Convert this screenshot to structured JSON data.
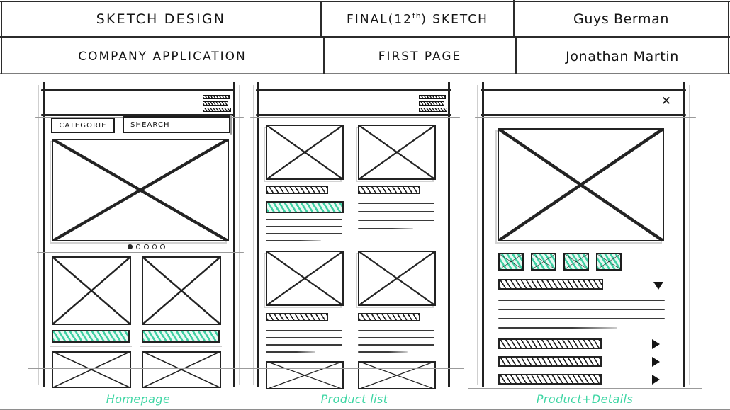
{
  "document": {
    "kind": "hand-drawn wireframe sketch sheet",
    "title_block": {
      "rows": [
        {
          "cells": [
            {
              "name": "project-title",
              "text": "SKETCH DESIGN"
            },
            {
              "name": "revision-title",
              "text": "FINAL(12",
              "superscript": "th",
              "text_tail": ") SKETCH"
            },
            {
              "name": "author-name",
              "text": "Guys Berman"
            }
          ]
        },
        {
          "cells": [
            {
              "name": "subject-title",
              "text": "COMPANY APPLICATION"
            },
            {
              "name": "page-title",
              "text": "FIRST PAGE"
            },
            {
              "name": "reviewer-name",
              "text": "Jonathan Martin"
            }
          ]
        }
      ]
    }
  },
  "accent_color": "#3fd6a4",
  "ink_color": "#232323",
  "panels": [
    {
      "id": "homepage",
      "caption": "Homepage",
      "screen_label": "Homepage",
      "elements": {
        "menu_icon": "hamburger-menu-icon",
        "category_button": "CATEGORIE",
        "search_field": "SHEARCH",
        "hero_image": "image-placeholder",
        "carousel_dots": 5,
        "carousel_active_dot": 1,
        "grid_tiles": 2,
        "cta_bars": 2,
        "cta_bar_color": "#3ecfa2"
      }
    },
    {
      "id": "product-list",
      "caption": "Product list",
      "screen_label": "Product list",
      "elements": {
        "menu_icon": "hamburger-menu-icon",
        "product_cards": 4,
        "title_bar_style": "hatched",
        "highlight_bar_color": "#3ecfa2",
        "body_text_lines_per_card": 4
      }
    },
    {
      "id": "product-details",
      "caption": "Product+Details",
      "screen_label": "Product+Details",
      "elements": {
        "close_icon": "close-x-icon",
        "hero_image": "image-placeholder",
        "thumbnails": 4,
        "thumbnail_color": "#3ecfa2",
        "title_bar_style": "hatched",
        "body_text_lines": 4,
        "accordion_rows": 3,
        "accordion_expanded_marker": "chevron-down-icon",
        "accordion_collapsed_marker": "chevron-right-icon"
      }
    }
  ]
}
